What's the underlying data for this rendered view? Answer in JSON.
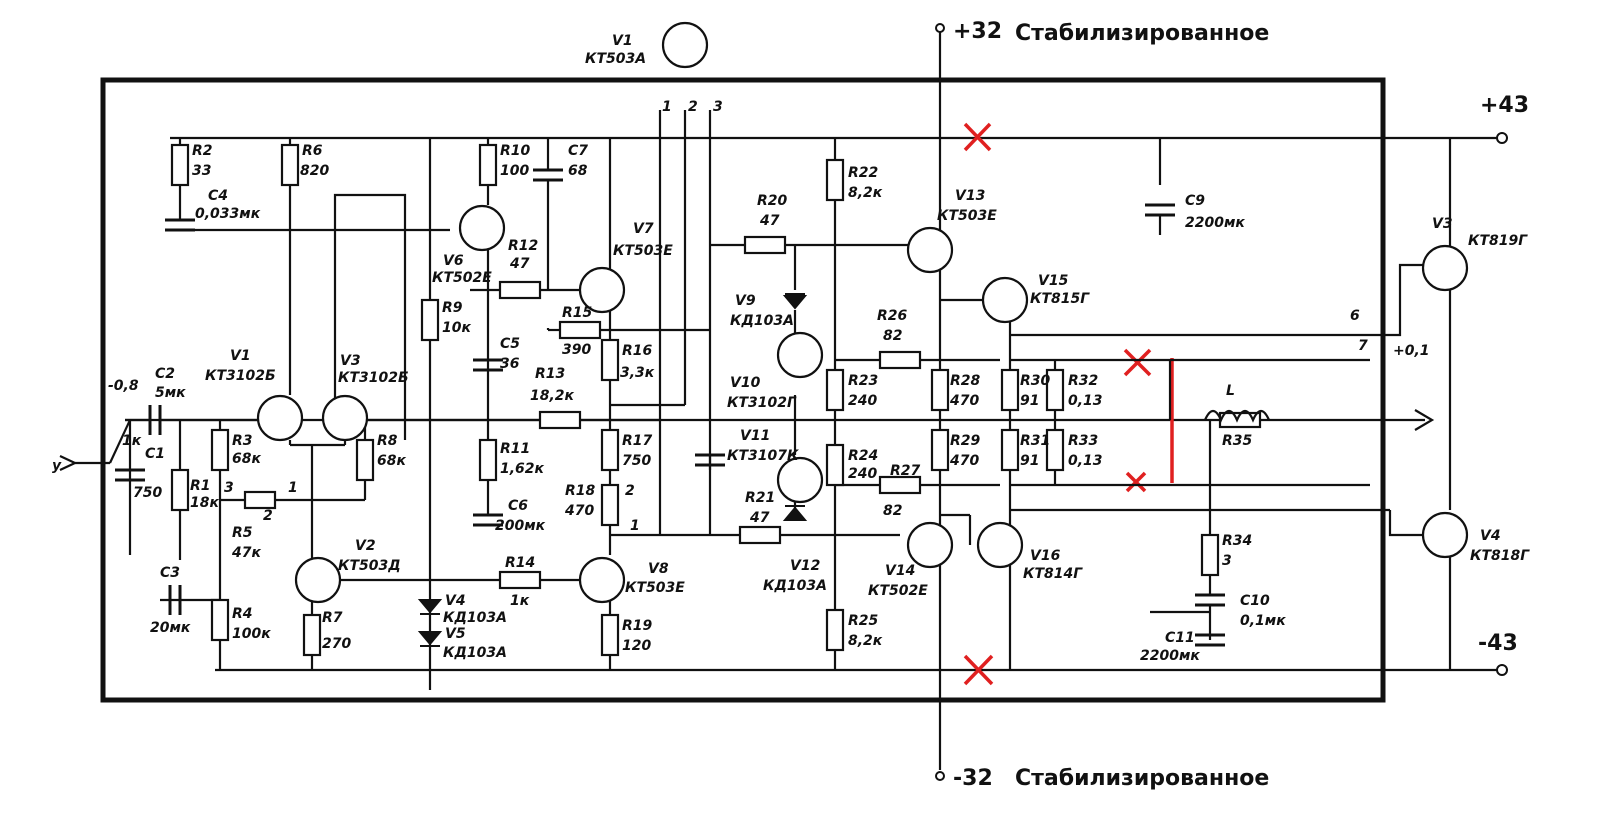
{
  "rails": {
    "plus32": "+32",
    "minus32": "-32",
    "stab_top": "Стабилизированное",
    "stab_bottom": "Стабилизированное",
    "plus43": "+43",
    "minus43": "-43"
  },
  "input": {
    "arrow": "у",
    "bias": "-0,8",
    "trim": "1к"
  },
  "pins": {
    "p1": "1",
    "p2": "2",
    "p3": "3",
    "p6": "6",
    "p7": "7",
    "offset": "+0,1",
    "r5_1": "1",
    "r5_2": "2",
    "r5_3": "3",
    "r18_1": "1",
    "r18_2": "2"
  },
  "transistors": [
    {
      "ref": "V1",
      "type": "КТ503А"
    },
    {
      "ref": "V1",
      "type": "КТ3102Б"
    },
    {
      "ref": "V3",
      "type": "КТ3102Б"
    },
    {
      "ref": "V2",
      "type": "КТ503Д"
    },
    {
      "ref": "V6",
      "type": "КТ502Е"
    },
    {
      "ref": "V7",
      "type": "КТ503Е"
    },
    {
      "ref": "V8",
      "type": "КТ503Е"
    },
    {
      "ref": "V10",
      "type": "КТ3102Г"
    },
    {
      "ref": "V11",
      "type": "КТ3107К"
    },
    {
      "ref": "V13",
      "type": "КТ503Е"
    },
    {
      "ref": "V14",
      "type": "КТ502Е"
    },
    {
      "ref": "V15",
      "type": "КТ815Г"
    },
    {
      "ref": "V16",
      "type": "КТ814Г"
    },
    {
      "ref": "V3",
      "type": "КТ819Г"
    },
    {
      "ref": "V4",
      "type": "КТ818Г"
    }
  ],
  "diodes": [
    {
      "ref": "V4",
      "type": "КД103А"
    },
    {
      "ref": "V5",
      "type": "КД103А"
    },
    {
      "ref": "V9",
      "type": "КД103А"
    },
    {
      "ref": "V12",
      "type": "КД103А"
    }
  ],
  "resistors": [
    {
      "ref": "R1",
      "value": "18к"
    },
    {
      "ref": "R2",
      "value": "33"
    },
    {
      "ref": "R3",
      "value": "68к"
    },
    {
      "ref": "R4",
      "value": "100к"
    },
    {
      "ref": "R5",
      "value": "47к"
    },
    {
      "ref": "R6",
      "value": "820"
    },
    {
      "ref": "R7",
      "value": "270"
    },
    {
      "ref": "R8",
      "value": "68к"
    },
    {
      "ref": "R9",
      "value": "10к"
    },
    {
      "ref": "R10",
      "value": "100"
    },
    {
      "ref": "R11",
      "value": "1,62к"
    },
    {
      "ref": "R12",
      "value": "47"
    },
    {
      "ref": "R13",
      "value": "18,2к"
    },
    {
      "ref": "R14",
      "value": "1к"
    },
    {
      "ref": "R15",
      "value": "390"
    },
    {
      "ref": "R16",
      "value": "3,3к"
    },
    {
      "ref": "R17",
      "value": "750"
    },
    {
      "ref": "R18",
      "value": "470"
    },
    {
      "ref": "R19",
      "value": "120"
    },
    {
      "ref": "R20",
      "value": "47"
    },
    {
      "ref": "R21",
      "value": "47"
    },
    {
      "ref": "R22",
      "value": "8,2к"
    },
    {
      "ref": "R23",
      "value": "240"
    },
    {
      "ref": "R24",
      "value": "240"
    },
    {
      "ref": "R25",
      "value": "8,2к"
    },
    {
      "ref": "R26",
      "value": "82"
    },
    {
      "ref": "R27",
      "value": "82"
    },
    {
      "ref": "R28",
      "value": "470"
    },
    {
      "ref": "R29",
      "value": "470"
    },
    {
      "ref": "R30",
      "value": "91"
    },
    {
      "ref": "R31",
      "value": "91"
    },
    {
      "ref": "R32",
      "value": "0,13"
    },
    {
      "ref": "R33",
      "value": "0,13"
    },
    {
      "ref": "R34",
      "value": "3"
    },
    {
      "ref": "R35",
      "value": ""
    }
  ],
  "capacitors": [
    {
      "ref": "C1",
      "value": "750"
    },
    {
      "ref": "C2",
      "value": "5мк"
    },
    {
      "ref": "C3",
      "value": "20мк"
    },
    {
      "ref": "C4",
      "value": "0,033мк"
    },
    {
      "ref": "C5",
      "value": "36"
    },
    {
      "ref": "C6",
      "value": "200мк"
    },
    {
      "ref": "C7",
      "value": "68"
    },
    {
      "ref": "C9",
      "value": "2200мк"
    },
    {
      "ref": "C10",
      "value": "0,1мк"
    },
    {
      "ref": "C11",
      "value": "2200мк"
    }
  ],
  "inductor": {
    "ref": "L"
  },
  "colors": {
    "ink": "#111111",
    "cut_marks": "#e02020"
  }
}
